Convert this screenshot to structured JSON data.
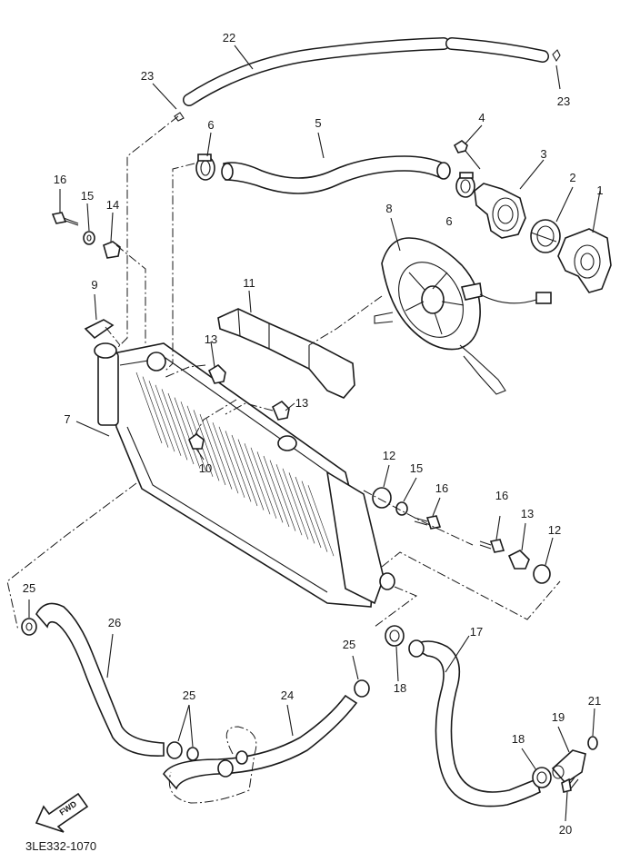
{
  "diagram": {
    "code": "3LE332-1070",
    "fwd_label": "FWD",
    "callouts": [
      {
        "id": "c22",
        "text": "22"
      },
      {
        "id": "c23a",
        "text": "23"
      },
      {
        "id": "c23b",
        "text": "23"
      },
      {
        "id": "c5",
        "text": "5"
      },
      {
        "id": "c6a",
        "text": "6"
      },
      {
        "id": "c4",
        "text": "4"
      },
      {
        "id": "c3",
        "text": "3"
      },
      {
        "id": "c6b",
        "text": "6"
      },
      {
        "id": "c2",
        "text": "2"
      },
      {
        "id": "c1",
        "text": "1"
      },
      {
        "id": "c16a",
        "text": "16"
      },
      {
        "id": "c15a",
        "text": "15"
      },
      {
        "id": "c14",
        "text": "14"
      },
      {
        "id": "c8",
        "text": "8"
      },
      {
        "id": "c9",
        "text": "9"
      },
      {
        "id": "c11",
        "text": "11"
      },
      {
        "id": "c13a",
        "text": "13"
      },
      {
        "id": "c13b",
        "text": "13"
      },
      {
        "id": "c7",
        "text": "7"
      },
      {
        "id": "c10",
        "text": "10"
      },
      {
        "id": "c12a",
        "text": "12"
      },
      {
        "id": "c15b",
        "text": "15"
      },
      {
        "id": "c16b",
        "text": "16"
      },
      {
        "id": "c16c",
        "text": "16"
      },
      {
        "id": "c13c",
        "text": "13"
      },
      {
        "id": "c12b",
        "text": "12"
      },
      {
        "id": "c25a",
        "text": "25"
      },
      {
        "id": "c26",
        "text": "26"
      },
      {
        "id": "c25b",
        "text": "25"
      },
      {
        "id": "c17",
        "text": "17"
      },
      {
        "id": "c18a",
        "text": "18"
      },
      {
        "id": "c25c",
        "text": "25"
      },
      {
        "id": "c24",
        "text": "24"
      },
      {
        "id": "c21",
        "text": "21"
      },
      {
        "id": "c19",
        "text": "19"
      },
      {
        "id": "c18b",
        "text": "18"
      },
      {
        "id": "c20",
        "text": "20"
      }
    ]
  }
}
